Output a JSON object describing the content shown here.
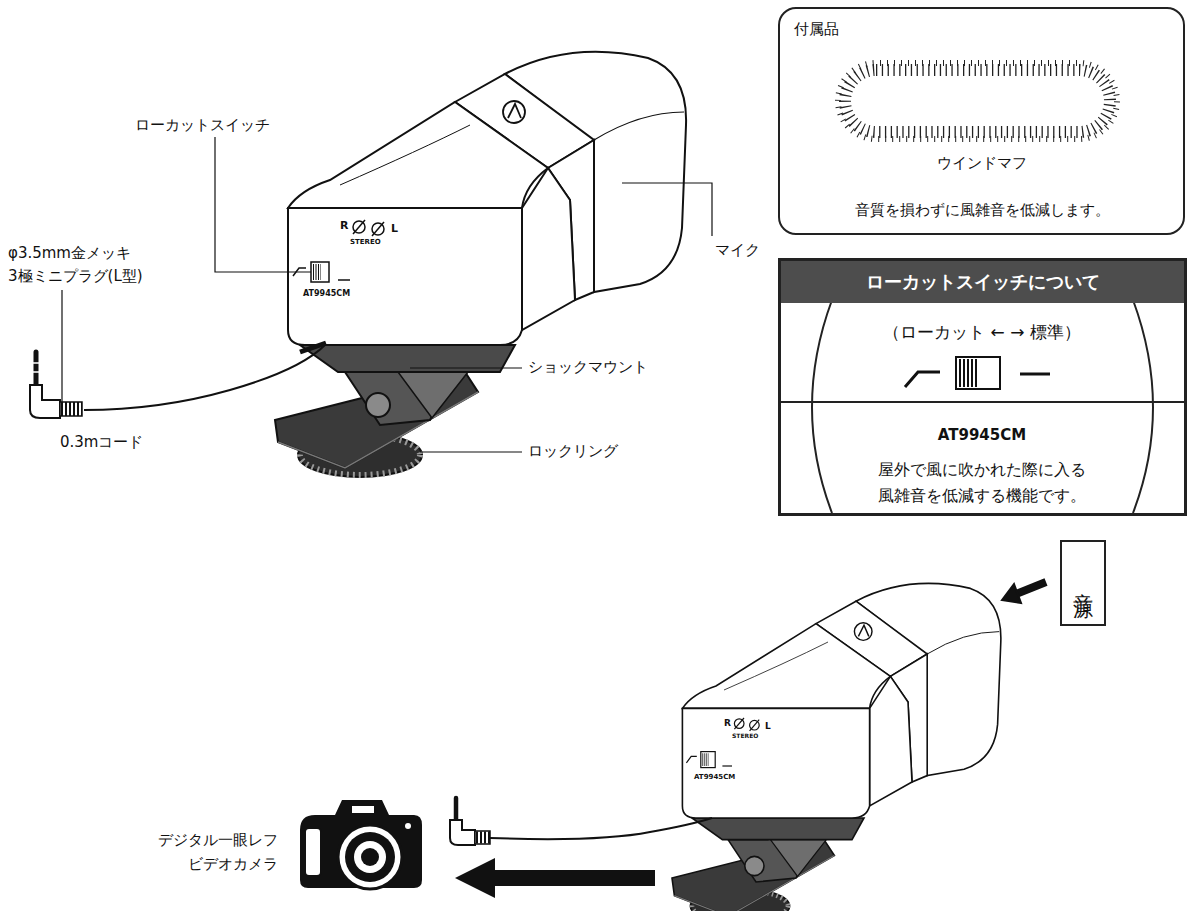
{
  "diagram": {
    "nodes": [
      {
        "text": [
          "付属品",
          "ウインドマフ",
          "音質を損わずに風雑音を低減します。"
        ]
      },
      {
        "text": [
          "ローカットスイッチについて",
          "（ローカット ← → 標準）",
          "AT9945CM",
          "屋外で風に吹かれた際に入る 風雑音を低減する機能です。"
        ]
      },
      {
        "text": [
          "音源"
        ]
      }
    ],
    "labels": [
      "ローカットスイッチ",
      "φ3.5mm金メッキ 3極ミニプラグ(L型)",
      "0.3mコード",
      "マイク",
      "ショックマウント",
      "ロックリング",
      "R",
      "STEREO",
      "L",
      "AT9945CM",
      "R",
      "STEREO",
      "L",
      "AT9945CM",
      "デジタル一眼レフ ビデオカメラ"
    ]
  }
}
